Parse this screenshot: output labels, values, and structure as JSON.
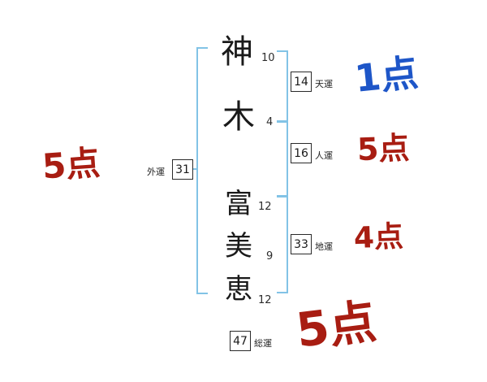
{
  "chars": [
    {
      "glyph": "神",
      "strokes": "10"
    },
    {
      "glyph": "木",
      "strokes": "4"
    },
    {
      "glyph": "富",
      "strokes": "12"
    },
    {
      "glyph": "美",
      "strokes": "9"
    },
    {
      "glyph": "恵",
      "strokes": "12"
    }
  ],
  "outer": {
    "label": "外運",
    "value": "31",
    "score": "5点"
  },
  "heaven": {
    "label": "天運",
    "value": "14",
    "score": "1点"
  },
  "person": {
    "label": "人運",
    "value": "16",
    "score": "5点"
  },
  "earth": {
    "label": "地運",
    "value": "33",
    "score": "4点"
  },
  "total": {
    "label": "総運",
    "value": "47",
    "score": "5点"
  },
  "colors": {
    "bracket": "#82c3e6",
    "score_red": "#a81d12",
    "score_blue": "#1e56c8",
    "ink": "#1a1a1a"
  }
}
